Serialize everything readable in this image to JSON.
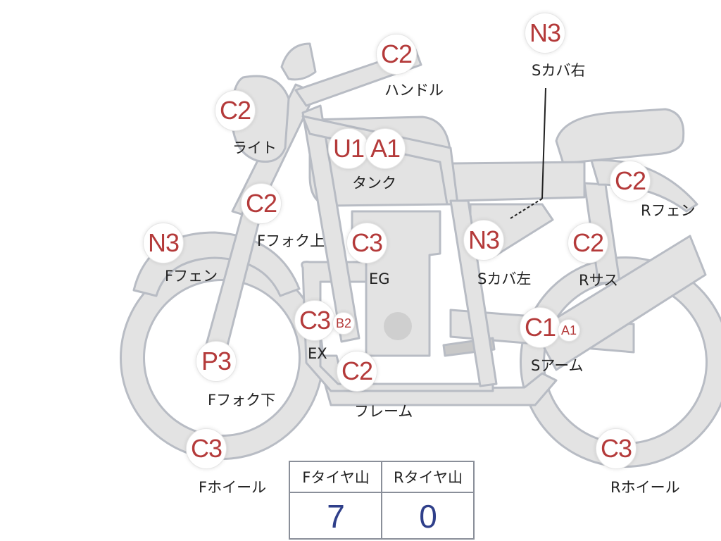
{
  "parts": [
    {
      "id": "handle",
      "grade": "C2",
      "label": "ハンドル"
    },
    {
      "id": "s-cover-right",
      "grade": "N3",
      "label": "Sカバ右"
    },
    {
      "id": "light",
      "grade": "C2",
      "label": "ライト"
    },
    {
      "id": "tank",
      "grades": [
        "U1",
        "A1"
      ],
      "label": "タンク"
    },
    {
      "id": "r-fender",
      "grade": "C2",
      "label": "Rフェン"
    },
    {
      "id": "f-fork-upper",
      "grade": "C2",
      "label": "Fフォク上"
    },
    {
      "id": "f-fender",
      "grade": "N3",
      "label": "Fフェン"
    },
    {
      "id": "engine",
      "grade": "C3",
      "label": "EG"
    },
    {
      "id": "s-cover-left",
      "grade": "N3",
      "label": "Sカバ左"
    },
    {
      "id": "r-suspension",
      "grade": "C2",
      "label": "Rサス"
    },
    {
      "id": "exhaust",
      "grade": "C3",
      "grade_small": "B2",
      "label": "EX"
    },
    {
      "id": "swing-arm",
      "grade": "C1",
      "grade_small": "A1",
      "label": "Sアーム"
    },
    {
      "id": "f-fork-lower",
      "grade": "P3",
      "label": "Fフォク下"
    },
    {
      "id": "frame",
      "grade": "C2",
      "label": "フレーム"
    },
    {
      "id": "f-wheel",
      "grade": "C3",
      "label": "Fホイール"
    },
    {
      "id": "r-wheel",
      "grade": "C3",
      "label": "Rホイール"
    }
  ],
  "tread": {
    "front_label": "Fタイヤ山",
    "rear_label": "Rタイヤ山",
    "front_value": "7",
    "rear_value": "0"
  },
  "colors": {
    "grade_text": "#b43a3a",
    "bike_fill": "#e3e3e3",
    "bike_stroke": "#b8bcc4",
    "tread_value": "#2f3f8a"
  }
}
